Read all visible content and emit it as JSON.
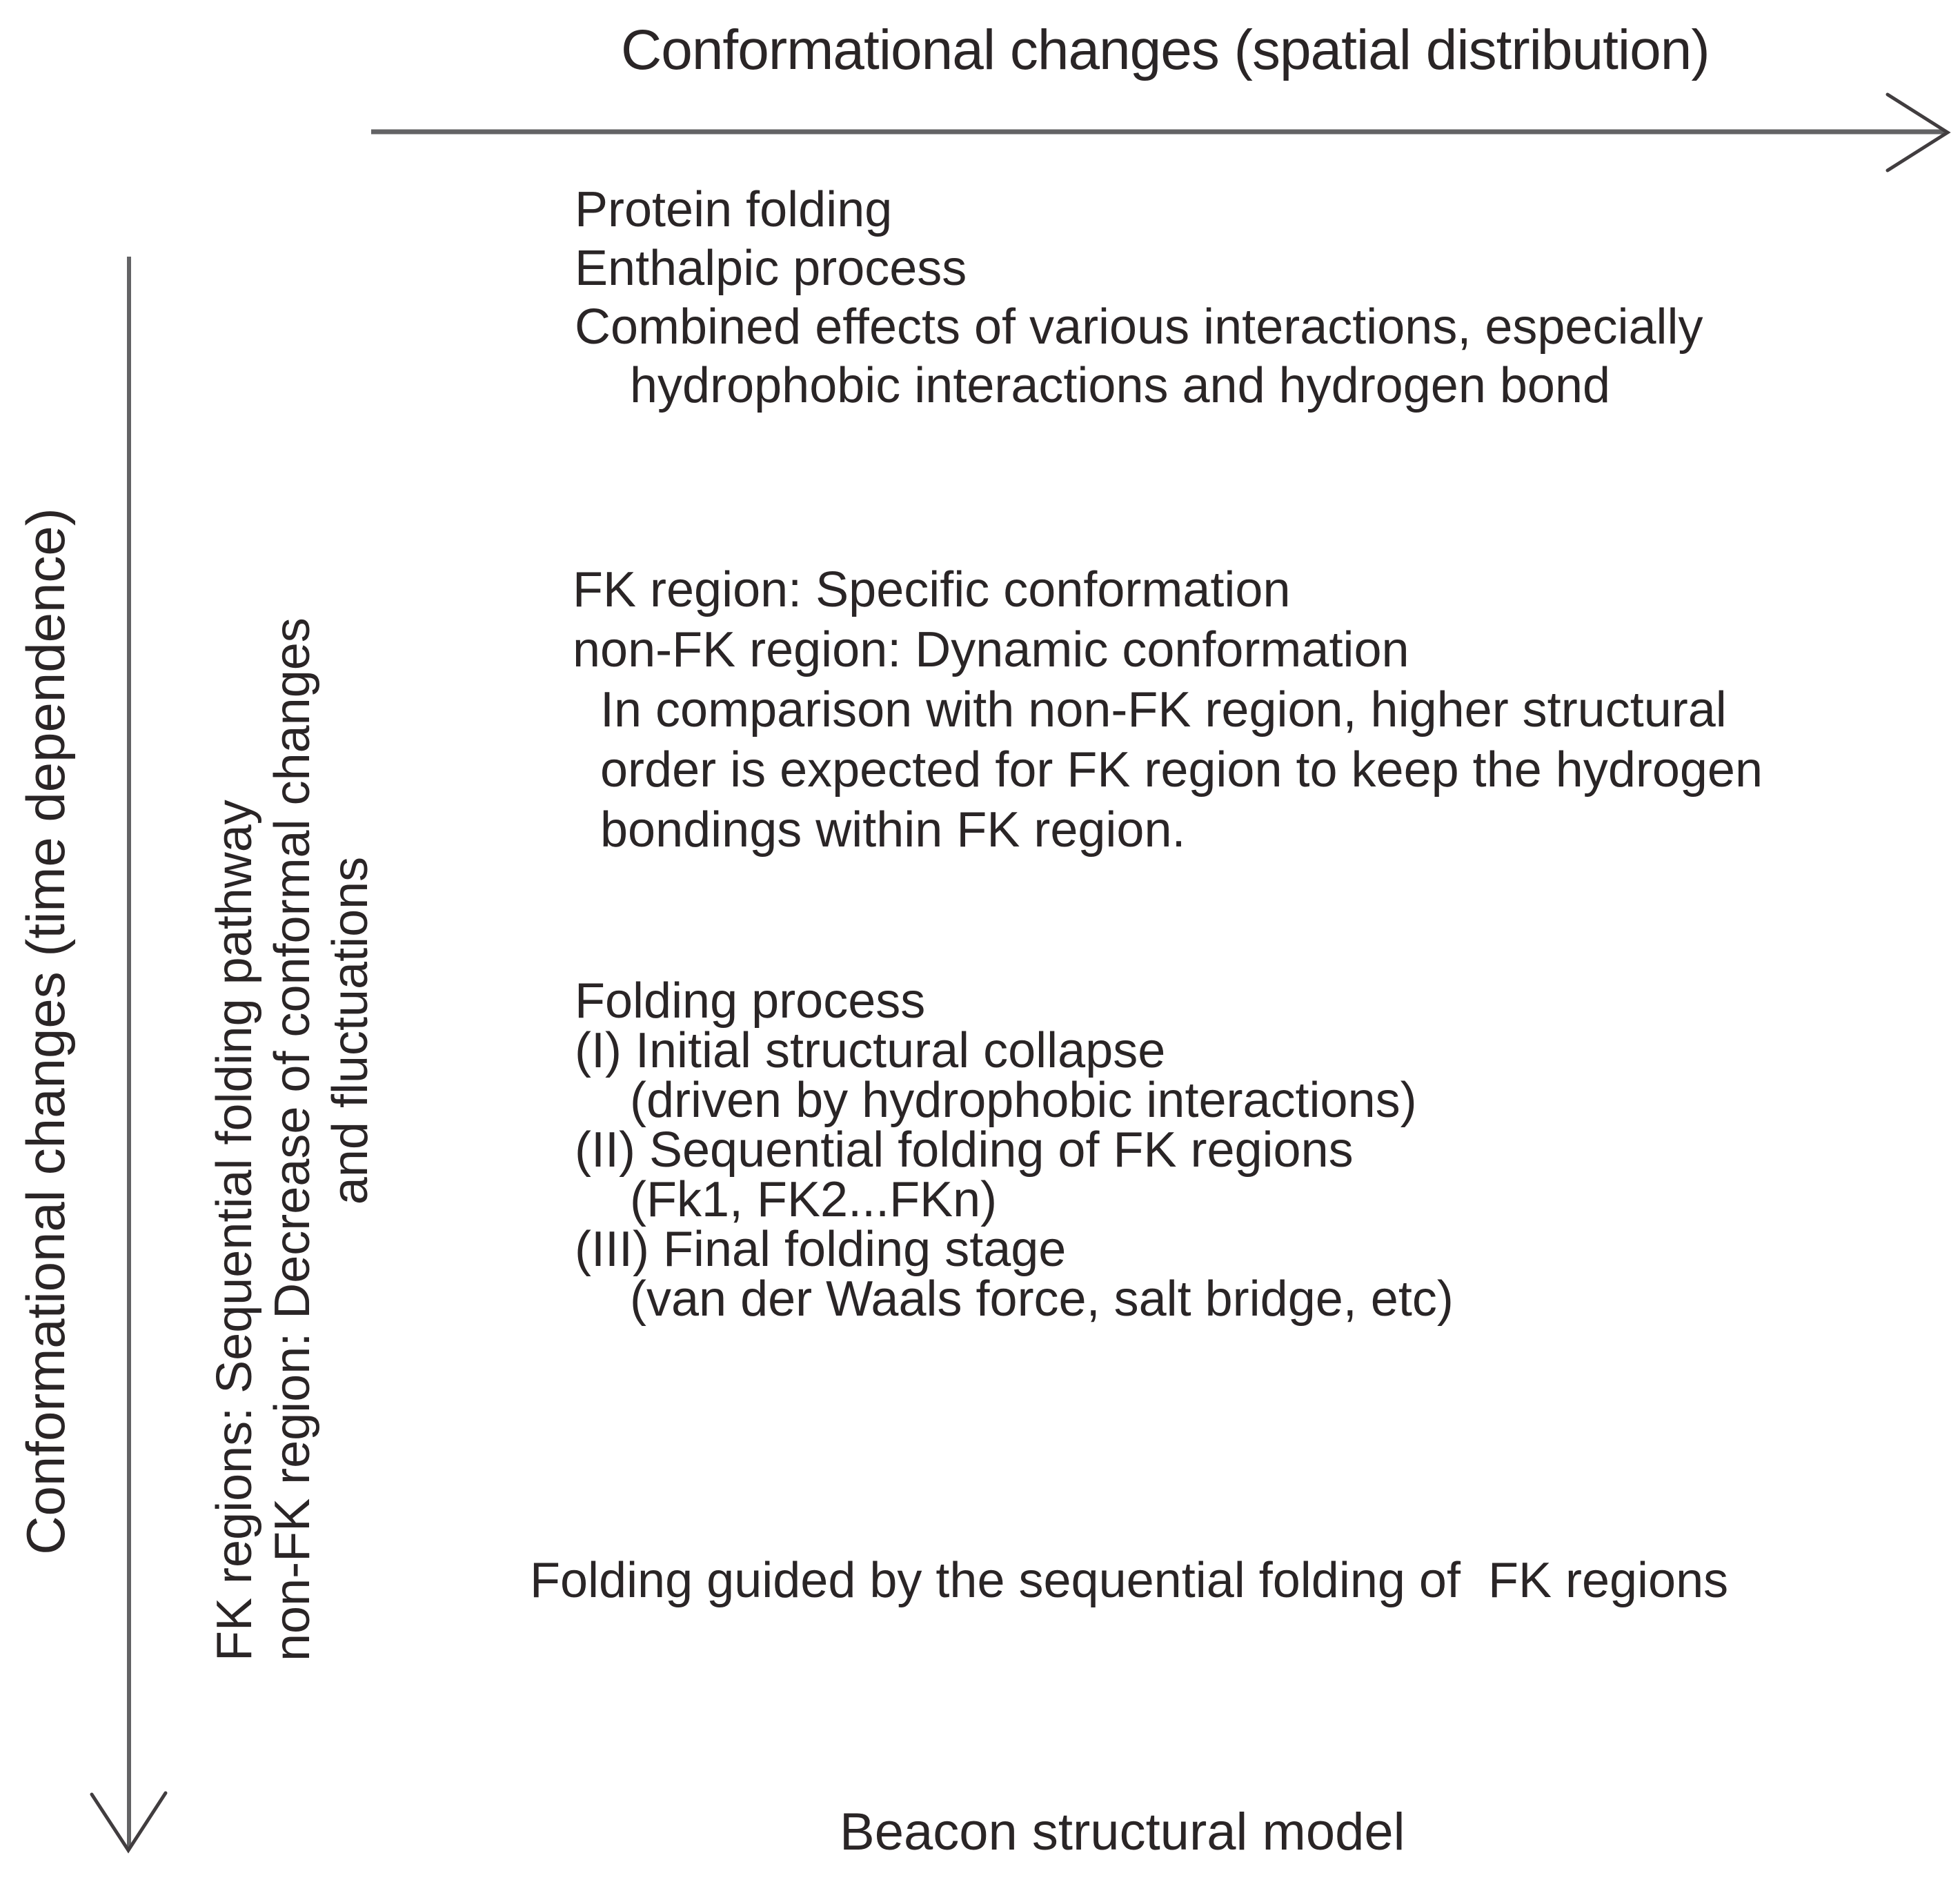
{
  "figure": {
    "top_axis": {
      "label": "Conformational changes (spatial distribution)",
      "arrow_icon": "right-arrow-icon"
    },
    "left_axis": {
      "label": "Conformational changes (time dependence)",
      "arrow_icon": "down-arrow-icon"
    },
    "left_annotation": {
      "lines": [
        "FK regions: Sequential folding pathway",
        "non-FK region: Decrease of conformal changes",
        "and fluctuations"
      ]
    },
    "block_protein_folding": {
      "lines": [
        "Protein folding",
        "Enthalpic process",
        "Combined effects of various interactions, especially",
        "    hydrophobic interactions and hydrogen bond"
      ]
    },
    "block_fk_region": {
      "lines": [
        "FK region: Specific conformation",
        "non-FK region: Dynamic conformation",
        "  In comparison with non-FK region, higher structural",
        "  order is expected for FK region to keep the hydrogen",
        "  bondings within FK region."
      ]
    },
    "block_folding_process": {
      "lines": [
        "Folding process",
        "(I) Initial structural collapse",
        "    (driven by hydrophobic interactions)",
        "(II) Sequential folding of FK regions",
        "    (Fk1, FK2...FKn)",
        "(III) Final folding stage",
        "    (van der Waals force, salt bridge, etc)"
      ]
    },
    "summary_line": "Folding guided by the sequential folding of  FK regions",
    "caption": "Beacon structural model"
  },
  "colors": {
    "text": "#2a2526",
    "axis_line": "#636365",
    "arrowhead": "#413d3f",
    "background": "#ffffff"
  }
}
